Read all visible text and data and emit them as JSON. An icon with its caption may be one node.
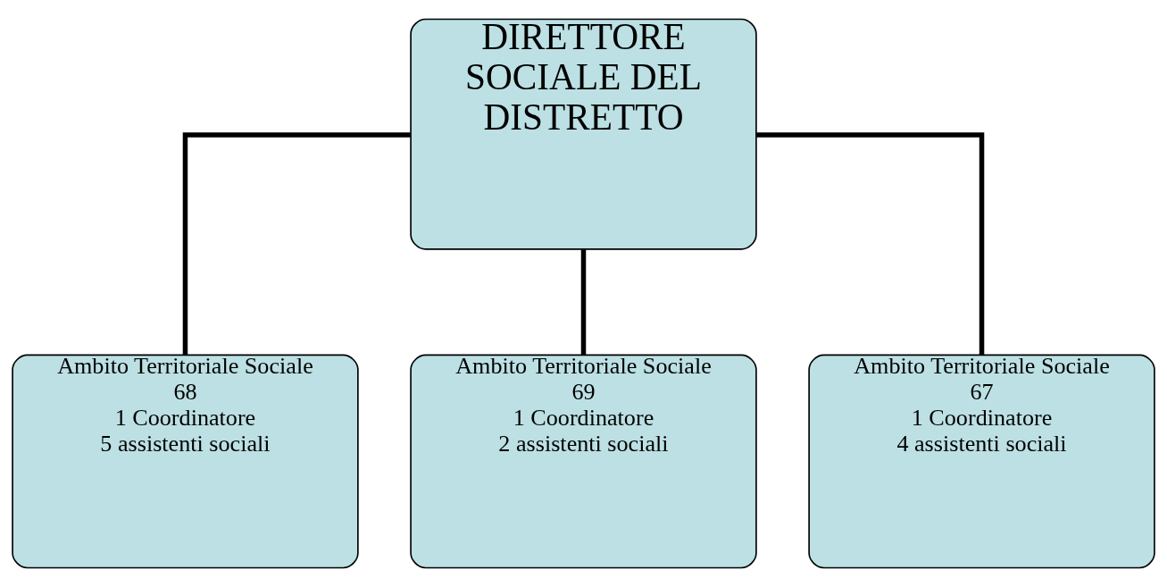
{
  "diagram": {
    "nodes": [
      {
        "text": [
          "DIRETTORE SOCIALE DEL DISTRETTO"
        ]
      },
      {
        "text": [
          "Ambito Territoriale Sociale 68",
          "1 Coordinatore",
          "5 assistenti sociali"
        ]
      },
      {
        "text": [
          "Ambito Territoriale Sociale 69",
          "1 Coordinatore",
          "2 assistenti sociali"
        ]
      },
      {
        "text": [
          "Ambito Territoriale Sociale 67",
          "1 Coordinatore",
          "4 assistenti sociali"
        ]
      }
    ],
    "edges": [
      {
        "from": 0,
        "to": 1,
        "arrow": "none"
      },
      {
        "from": 0,
        "to": 2,
        "arrow": "none"
      },
      {
        "from": 0,
        "to": 3,
        "arrow": "none"
      }
    ]
  }
}
